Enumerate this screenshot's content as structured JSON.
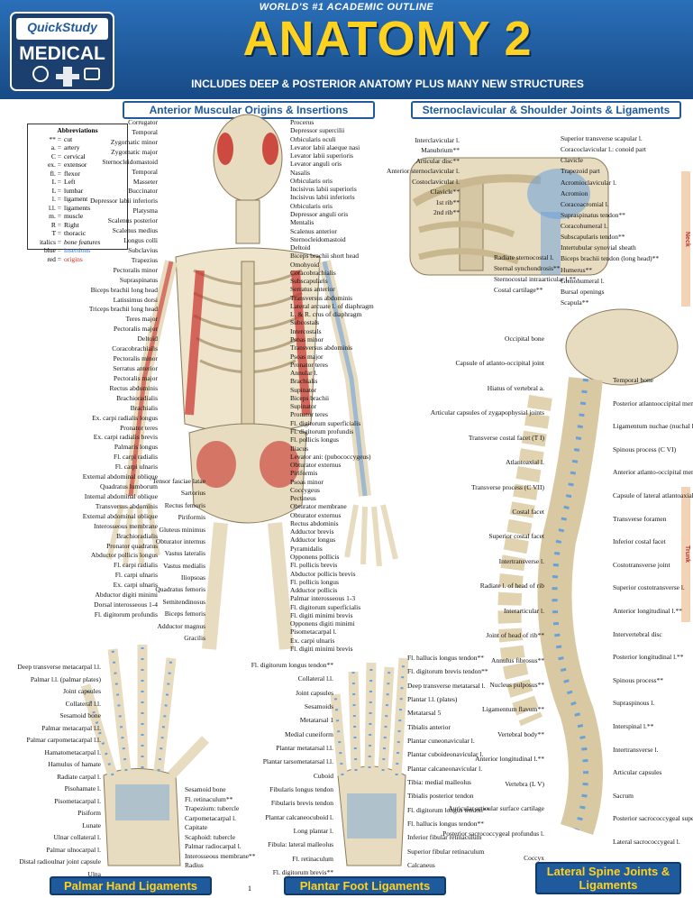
{
  "header": {
    "tagline_top": "WORLD'S #1 ACADEMIC OUTLINE",
    "brand": "QuickStudy",
    "brand_sub": "MEDICAL",
    "title": "ANATOMY 2",
    "subtitle": "INCLUDES DEEP & POSTERIOR ANATOMY PLUS MANY NEW STRUCTURES"
  },
  "sections": {
    "anterior": "Anterior Muscular Origins & Insertions",
    "sterno": "Sternoclavicular & Shoulder Joints & Ligaments",
    "palmar": "Palmar Hand Ligaments",
    "foot": "Plantar Foot Ligaments",
    "spine": "Lateral Spine Joints & Ligaments",
    "side_tab_1": "Neck",
    "side_tab_2": "Trunk",
    "page_number": "1"
  },
  "abbreviations": {
    "title": "Abbreviations",
    "items": [
      {
        "k": "** =",
        "v": "cut"
      },
      {
        "k": "a. =",
        "v": "artery"
      },
      {
        "k": "C =",
        "v": "cervical"
      },
      {
        "k": "ex. =",
        "v": "extensor"
      },
      {
        "k": "fl. =",
        "v": "flexor"
      },
      {
        "k": "L =",
        "v": "Left"
      },
      {
        "k": "L =",
        "v": "lumbar"
      },
      {
        "k": "l. =",
        "v": "ligament"
      },
      {
        "k": "l.l. =",
        "v": "ligaments"
      },
      {
        "k": "m. =",
        "v": "muscle"
      },
      {
        "k": "R =",
        "v": "Right"
      },
      {
        "k": "T =",
        "v": "thoracic"
      },
      {
        "k": "italics =",
        "v": "bone features"
      },
      {
        "k": "blue =",
        "v": "insertions"
      },
      {
        "k": "red =",
        "v": "origins"
      }
    ]
  },
  "labels_left": [
    "Corrugator",
    "Temporal",
    "Zygomatic minor",
    "Zygomatic major",
    "Sternocleidomastoid",
    "Temporal",
    "Masseter",
    "Buccinator",
    "Depressor labii inferioris",
    "Platysma",
    "Scalenus posterior",
    "Scalenus medius",
    "Longus colli",
    "Subclavius",
    "Trapezius",
    "Pectoralis minor",
    "Supraspinatus",
    "Biceps brachii long head",
    "Latissimus dorsi",
    "Triceps brachii long head",
    "Teres major",
    "Pectoralis major",
    "Deltoid",
    "Coracobrachialis",
    "Pectoralis minor",
    "Serratus anterior",
    "Pectoralis major",
    "Rectus abdominis",
    "Brachioradialis",
    "Brachialis",
    "Ex. carpi radialis longus",
    "Pronator teres",
    "Ex. carpi radialis brevis",
    "Palmaris longus",
    "Fl. carpi radialis",
    "Fl. carpi ulnaris",
    "External abdominal oblique",
    "Quadratus lumborum",
    "Internal abdominal oblique",
    "Transversus abdominis",
    "External abdominal oblique",
    "Interosseous membrane",
    "Brachioradialis",
    "Pronator quadratus",
    "Abductor pollicis longus",
    "Fl. carpi radialis",
    "Fl. carpi ulnaris",
    "Ex. carpi ulnaris",
    "Abductor digiti minimi",
    "Dorsal interosseous 1-4",
    "Fl. digitorum profundis"
  ],
  "labels_left_inner": [
    "Tensor fasciae latae",
    "Sartorius",
    "Rectus femoris",
    "Piriformis",
    "Gluteus minimus",
    "Obturator internus",
    "Vastus lateralis",
    "Vastus medialis",
    "Iliopsoas",
    "Quadratus femoris",
    "Semitendinosus",
    "Biceps femoris",
    "Adductor magnus",
    "Gracilis"
  ],
  "labels_right": [
    "Procerus",
    "Depressor supercilii",
    "Orbicularis oculi",
    "Levator labii alaeque nasi",
    "Levator labii superioris",
    "Levator anguli oris",
    "Nasalis",
    "Orbicularis oris",
    "Incisivus labii superioris",
    "Incisivus labii inferioris",
    "Orbicularis oris",
    "Depressor anguli oris",
    "Mentalis",
    "Scalenus anterior",
    "Sternocleidomastoid",
    "Deltoid",
    "Biceps brachii short head",
    "Omohyoid",
    "Coracobrachialis",
    "Subscapularis",
    "Serratus anterior",
    "Transversus abdominis",
    "Lateral arcuate l. of diaphragm",
    "L. & R. crus of diaphragm",
    "Subcostals",
    "Intercostals",
    "Psoas minor",
    "Transversus abdominis",
    "Psoas major",
    "Pronator teres",
    "Annular l.",
    "Brachialis",
    "Supinator",
    "Biceps brachii",
    "Supinator",
    "Pronator teres",
    "Fl. digitorum superficialis",
    "Fl. digitorum profundis",
    "Fl. pollicis longus",
    "Iliacus",
    "Levator ani: (pubococcygeus)",
    "Obturator externus",
    "Piriformis",
    "Psoas minor",
    "Coccygeus",
    "Pectineus",
    "Obturator membrane",
    "Obturator externus",
    "Rectus abdominis",
    "Adductor brevis",
    "Adductor longus",
    "Pyramidalis",
    "Opponens pollicis",
    "Fl. pollicis brevis",
    "Abductor pollicis brevis",
    "Fl. pollicis longus",
    "Adductor pollicis",
    "Palmar interosseous 1-3",
    "Fl. digitorum superficialis",
    "Fl. digiti minimi brevis",
    "Opponens digiti minimi",
    "Pisometacarpal l.",
    "Ex. carpi ulnaris",
    "Fl. digiti minimi brevis"
  ],
  "sterno_labels": [
    "Interclavicular l.",
    "Manubrium**",
    "Articular disc**",
    "Anterior sternoclavicular l.",
    "Costoclavicular l.",
    "Clavicle**",
    "1st rib**",
    "2nd rib**",
    "Superior transverse scapular l.",
    "Coracoclavicular l.: conoid part",
    "Clavicle",
    "Trapezoid part",
    "Acromioclavicular l.",
    "Acromion",
    "Coracoacromial l.",
    "Supraspinatus tendon**",
    "Coracohumeral l.",
    "Subscapularis tendon**",
    "Intertubular synovial sheath",
    "Biceps brachii tendon (long head)**",
    "Humerus**",
    "Glenohumeral l.",
    "Bursal openings",
    "Scapula**",
    "Radiate sternocostal l.",
    "Sternal synchondrosis**",
    "Sternocostal intraarticular l.**",
    "Costal cartilage**"
  ],
  "spine_labels": [
    "Occipital bone",
    "Temporal bone",
    "Capsule of atlanto-occipital joint",
    "Posterior atlantooccipital membrane",
    "Hiatus of vertebral a.",
    "Ligamentum nuchae (nuchal l.)",
    "Articular capsules of zygapophysial joints",
    "Spinous process (C VI)",
    "Transverse costal facet (T I)",
    "Anterior atlanto-occipital membrane",
    "Atlantoaxial l.",
    "Capsule of lateral atlantoaxial joint",
    "Transverse process (C VII)",
    "Transverse foramen",
    "Costal facet",
    "Inferior costal facet",
    "Superior costal facet",
    "Costotransverse joint",
    "Intertransverse l.",
    "Superior costotransverse l.",
    "Radiate l. of head of rib",
    "Anterior longitudinal l.**",
    "Interarticular l.",
    "Intervertebral disc",
    "Joint of head of rib**",
    "Posterior longitudinal l.**",
    "Annulus fibrosus**",
    "Spinous process**",
    "Nucleus pulposus**",
    "Supraspinous l.",
    "Ligamentum flavum**",
    "Interspinal l.**",
    "Vertebral body**",
    "Intertransverse l.",
    "Anterior longitudinal l.**",
    "Articular capsules",
    "Vertebra (L V)",
    "Sacrum",
    "Auricular articular surface cartilage",
    "Posterior sacrococcygeal superficialis l.",
    "Posterior sacrococcygeal profundus l.",
    "Lateral sacrococcygeal l.",
    "Coccyx"
  ],
  "hand_labels": [
    "Deep transverse metacarpal l.l.",
    "Palmar l.l. (palmar plates)",
    "Joint capsules",
    "Collateral l.l.",
    "Sesamoid bone",
    "Palmar metacarpal l.l.",
    "Palmar carpometacarpal l.l.",
    "Hamatometacarpal l.",
    "Hamulus of hamate",
    "Radiate carpal l.",
    "Pisohamate l.",
    "Pisometacarpal l.",
    "Pisiform",
    "Lunate",
    "Ulnar collateral l.",
    "Palmar ulnocarpal l.",
    "Distal radioulnar joint capsule",
    "Ulna",
    "Sesamoid bone",
    "Fl. retinaculum**",
    "Trapezium: tubercle",
    "Carpometacarpal l.",
    "Capitate",
    "Scaphoid: tubercle",
    "Palmar radiocarpal l.",
    "Interosseous membrane**",
    "Radius"
  ],
  "foot_labels": [
    "Fl. digitorum longus tendon**",
    "Fl. hallucis longus tendon**",
    "Collateral l.l.",
    "Fl. digitorum brevis tendon**",
    "Joint capsules",
    "Deep transverse metatarsal l.",
    "Sesamoids",
    "Plantar l.l. (plates)",
    "Metatarsal 1",
    "Metatarsal 5",
    "Medial cuneiform",
    "Tibialis anterior",
    "Plantar metatarsal l.l.",
    "Plantar cuneonavicular l.",
    "Plantar tarsometatarsal l.l.",
    "Plantar cuboideonavicular l.",
    "Cuboid",
    "Plantar calcaneonavicular l.",
    "Fibularis longus tendon",
    "Tibia: medial malleolus",
    "Fibularis brevis tendon",
    "Tibialis posterior tendon",
    "Plantar calcaneocuboid l.",
    "Fl. digitorum longus tendon**",
    "Long plantar l.",
    "Fl. hallucis longus tendon**",
    "Fibula: lateral malleolus",
    "Inferior fibular retinaculum",
    "Fl. retinaculum",
    "Superior fibular retinaculum",
    "Fl. digitorum brevis**",
    "Calcaneus"
  ],
  "colors": {
    "brand_blue": "#1e5a9c",
    "title_yellow": "#ffd21f",
    "muscle_red": "#c8302a",
    "bone": "#e8dcc0",
    "ligament_blue": "#6aa0d8"
  }
}
